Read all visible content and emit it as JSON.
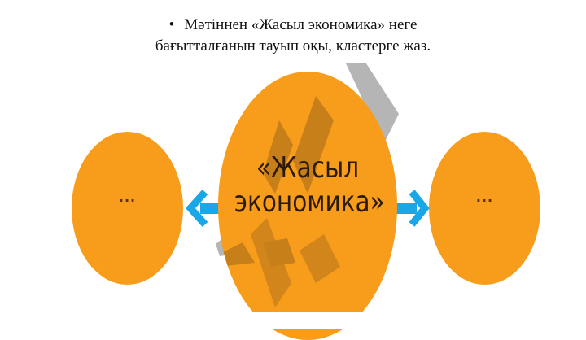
{
  "instruction": {
    "bullet": "•",
    "line1": "Мәтіннен «Жасыл экономика» неге",
    "line2": "бағытталғанын тауып оқы, кластерге жаз."
  },
  "cluster": {
    "center": {
      "label_line1": "«Жасыл",
      "label_line2": "экономика»",
      "color": "#F89C1C"
    },
    "left_node": {
      "label": "...",
      "color": "#F89C1C"
    },
    "right_node": {
      "label": "...",
      "color": "#F89C1C"
    },
    "arrow_color": "#1AA7E8",
    "decor_color": "#B5B5B5"
  }
}
